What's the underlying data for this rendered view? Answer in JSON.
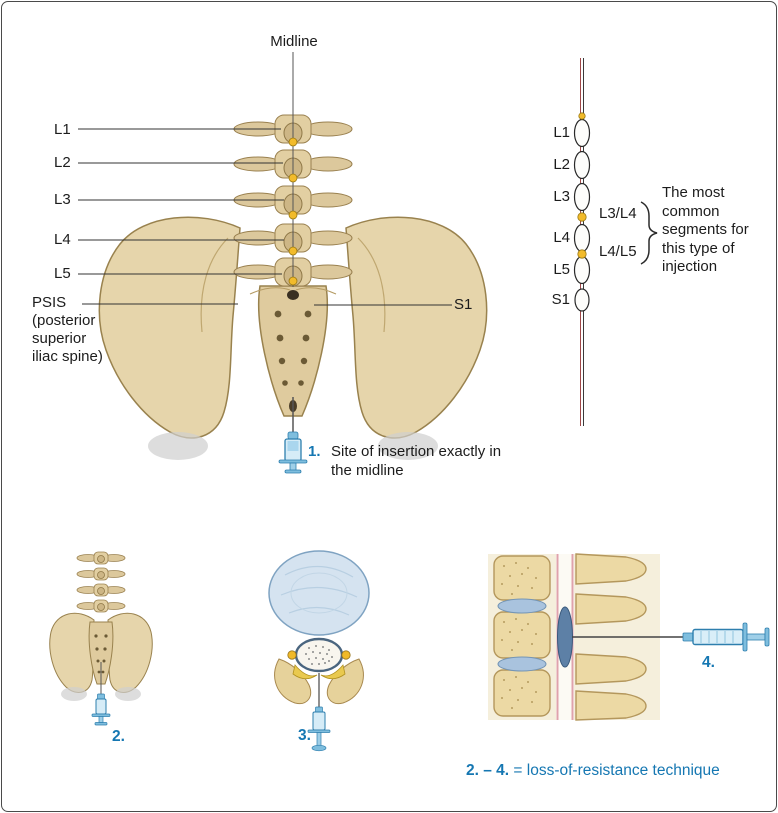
{
  "colors": {
    "accent_blue": "#1577b2",
    "bone": "#e2cfa2",
    "marker_yellow": "#f2bb2b",
    "syringe_blue": "#d6ecf7"
  },
  "main_figure": {
    "midline_label": "Midline",
    "vertebra_labels": [
      "L1",
      "L2",
      "L3",
      "L4",
      "L5"
    ],
    "psis_label": "PSIS\n(posterior\nsuperior\niliac spine)",
    "s1_label": "S1",
    "caption_number": "1.",
    "caption_text": "Site of insertion exactly in the midline"
  },
  "schematic": {
    "level_labels": [
      "L1",
      "L2",
      "L3",
      "L4",
      "L5",
      "S1"
    ],
    "interspace_labels": [
      "L3/L4",
      "L4/L5"
    ],
    "annotation": "The most common segments for this type of injection"
  },
  "figures": {
    "fig2_number": "2.",
    "fig3_number": "3.",
    "fig4_number": "4."
  },
  "footer": {
    "range": "2. – 4.",
    "text": "= loss-of-resistance technique"
  }
}
